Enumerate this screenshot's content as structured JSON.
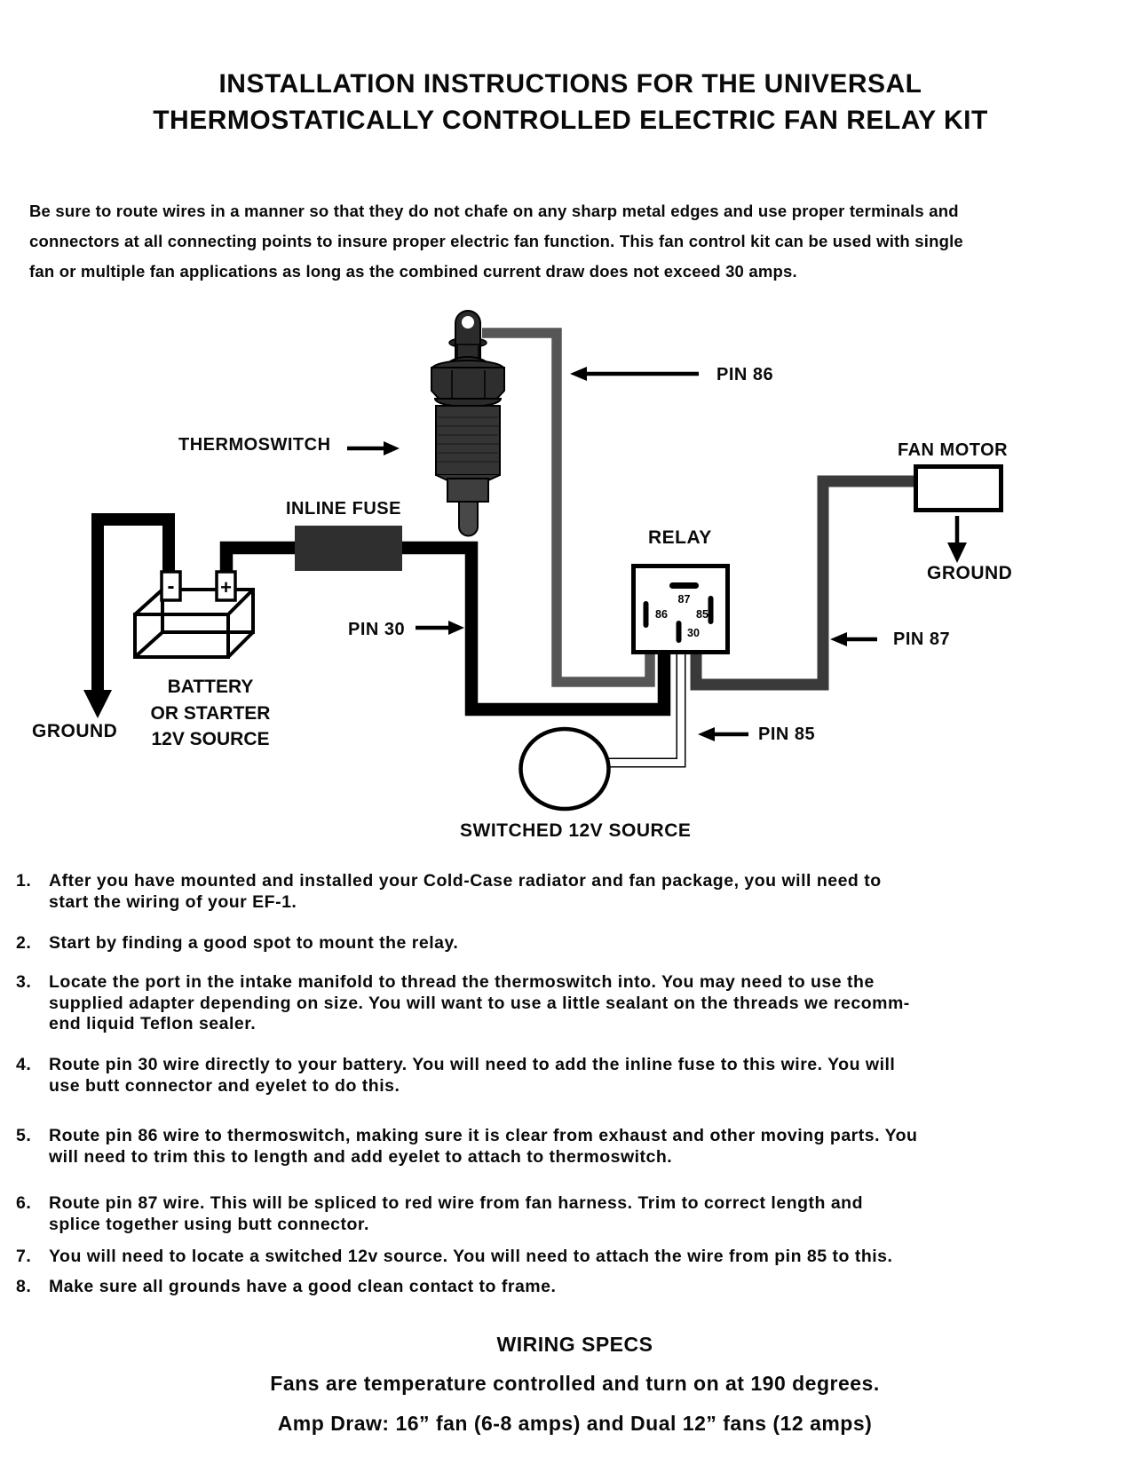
{
  "title": {
    "line1": "INSTALLATION INSTRUCTIONS FOR THE UNIVERSAL",
    "line2": "THERMOSTATICALLY CONTROLLED ELECTRIC FAN RELAY KIT"
  },
  "intro": {
    "line1": "Be sure to route wires in a manner so that they do not chafe on any sharp metal edges and use proper terminals and",
    "line2": "connectors at all connecting points to insure proper electric fan function. This fan control kit can be used with single",
    "line3": "fan or multiple fan applications as long as the combined current draw does not exceed 30 amps."
  },
  "diagram": {
    "labels": {
      "thermoswitch": "THERMOSWITCH",
      "inline_fuse": "INLINE FUSE",
      "pin86": "PIN 86",
      "pin30": "PIN 30",
      "pin85": "PIN 85",
      "pin87": "PIN 87",
      "relay": "RELAY",
      "fan_motor": "FAN MOTOR",
      "fan_ground": "GROUND",
      "battery_ground": "GROUND",
      "battery_line1": "BATTERY",
      "battery_line2": "OR STARTER",
      "battery_line3": "12V SOURCE",
      "switched_source": "SWITCHED 12V SOURCE",
      "battery_minus": "-",
      "battery_plus": "+",
      "relay_pin87": "87",
      "relay_pin86": "86",
      "relay_pin85": "85",
      "relay_pin30": "30"
    },
    "wire_colors": {
      "power_wire": "#000000",
      "pin86_wire": "#565656",
      "pin87_wire": "#3a3a3a",
      "pin85_wire": "#ffffff"
    }
  },
  "instructions": [
    {
      "num": "1.",
      "lines": [
        "After you have mounted and installed your Cold-Case radiator and fan package, you will need to",
        "start the wiring of your EF-1."
      ]
    },
    {
      "num": "2.",
      "lines": [
        "Start by finding a good spot to mount the relay."
      ]
    },
    {
      "num": "3.",
      "lines": [
        "Locate the port in the intake manifold to thread the thermoswitch into. You may need to use the",
        "supplied adapter depending on size. You will want to use a little sealant on the threads we recomm-",
        "end liquid Teflon sealer."
      ]
    },
    {
      "num": "4.",
      "lines": [
        "Route pin 30 wire directly to your battery. You will need to add the inline fuse to this wire. You will",
        "use butt connector and eyelet to do this."
      ]
    },
    {
      "num": "5.",
      "lines": [
        "Route pin 86 wire to thermoswitch, making sure it is clear from exhaust and other moving parts. You",
        "will need to trim this to length and add eyelet to attach to thermoswitch."
      ]
    },
    {
      "num": "6.",
      "lines": [
        "Route pin 87 wire. This will be spliced to red wire from fan harness. Trim to correct length and",
        "splice together using butt connector."
      ]
    },
    {
      "num": "7.",
      "lines": [
        "You will need to locate a switched 12v source. You will need to attach the wire from pin 85 to this."
      ]
    },
    {
      "num": "8.",
      "lines": [
        "Make sure all grounds have a good clean contact to frame."
      ]
    }
  ],
  "specs": {
    "heading": "WIRING SPECS",
    "line1": "Fans are temperature controlled and turn on at 190 degrees.",
    "line2": "Amp Draw: 16” fan (6-8 amps) and Dual 12” fans (12 amps)"
  }
}
